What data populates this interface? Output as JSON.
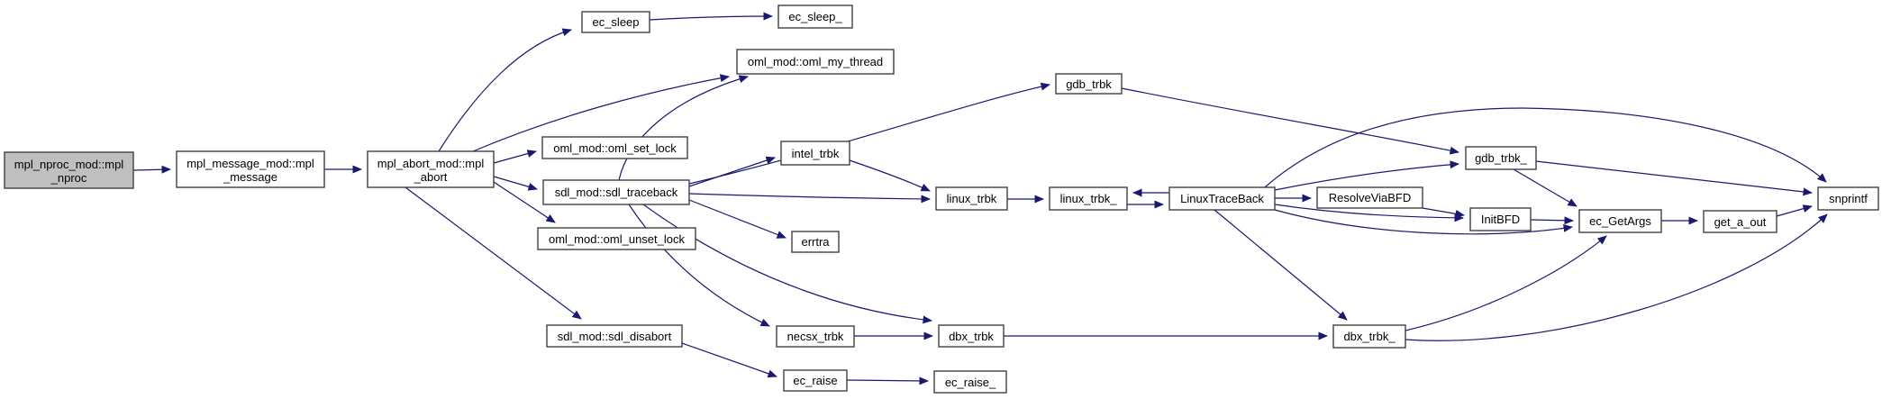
{
  "diagram": {
    "type": "call-graph",
    "root_function": "mpl_nproc_mod::mpl_nproc",
    "colors": {
      "background": "#ffffff",
      "edge": "#191970",
      "node_fill": "#ffffff",
      "node_border": "#404040",
      "root_node_fill": "#bfbfbf"
    }
  },
  "nodes": {
    "mpl_nproc": {
      "label": "mpl_nproc_mod::mpl",
      "label2": "_nproc",
      "highlighted": true
    },
    "mpl_message": {
      "label": "mpl_message_mod::mpl",
      "label2": "_message"
    },
    "mpl_abort": {
      "label": "mpl_abort_mod::mpl",
      "label2": "_abort"
    },
    "ec_sleep": {
      "label": "ec_sleep"
    },
    "ec_sleep_": {
      "label": "ec_sleep_"
    },
    "oml_my_thread": {
      "label": "oml_mod::oml_my_thread"
    },
    "oml_set_lock": {
      "label": "oml_mod::oml_set_lock"
    },
    "sdl_traceback": {
      "label": "sdl_mod::sdl_traceback"
    },
    "oml_unset_lock": {
      "label": "oml_mod::oml_unset_lock"
    },
    "sdl_disabort": {
      "label": "sdl_mod::sdl_disabort"
    },
    "ec_raise": {
      "label": "ec_raise"
    },
    "ec_raise_": {
      "label": "ec_raise_"
    },
    "intel_trbk": {
      "label": "intel_trbk"
    },
    "errtra": {
      "label": "errtra"
    },
    "necsx_trbk": {
      "label": "necsx_trbk"
    },
    "dbx_trbk": {
      "label": "dbx_trbk"
    },
    "gdb_trbk": {
      "label": "gdb_trbk"
    },
    "linux_trbk": {
      "label": "linux_trbk"
    },
    "linux_trbk_": {
      "label": "linux_trbk_"
    },
    "LinuxTraceBack": {
      "label": "LinuxTraceBack"
    },
    "ResolveViaBFD": {
      "label": "ResolveViaBFD"
    },
    "gdb_trbk_": {
      "label": "gdb_trbk_"
    },
    "InitBFD": {
      "label": "InitBFD"
    },
    "ec_GetArgs": {
      "label": "ec_GetArgs"
    },
    "get_a_out": {
      "label": "get_a_out"
    },
    "snprintf": {
      "label": "snprintf"
    },
    "dbx_trbk_": {
      "label": "dbx_trbk_"
    }
  },
  "edges": [
    {
      "from": "mpl_nproc",
      "to": "mpl_message"
    },
    {
      "from": "mpl_message",
      "to": "mpl_abort"
    },
    {
      "from": "mpl_abort",
      "to": "ec_sleep"
    },
    {
      "from": "mpl_abort",
      "to": "oml_my_thread"
    },
    {
      "from": "mpl_abort",
      "to": "oml_set_lock"
    },
    {
      "from": "mpl_abort",
      "to": "sdl_traceback"
    },
    {
      "from": "mpl_abort",
      "to": "oml_unset_lock"
    },
    {
      "from": "mpl_abort",
      "to": "sdl_disabort"
    },
    {
      "from": "ec_sleep",
      "to": "ec_sleep_"
    },
    {
      "from": "sdl_traceback",
      "to": "oml_my_thread"
    },
    {
      "from": "sdl_traceback",
      "to": "gdb_trbk"
    },
    {
      "from": "sdl_traceback",
      "to": "intel_trbk"
    },
    {
      "from": "sdl_traceback",
      "to": "linux_trbk"
    },
    {
      "from": "sdl_traceback",
      "to": "errtra"
    },
    {
      "from": "sdl_traceback",
      "to": "necsx_trbk"
    },
    {
      "from": "sdl_traceback",
      "to": "dbx_trbk"
    },
    {
      "from": "sdl_disabort",
      "to": "ec_raise"
    },
    {
      "from": "ec_raise",
      "to": "ec_raise_"
    },
    {
      "from": "intel_trbk",
      "to": "linux_trbk"
    },
    {
      "from": "necsx_trbk",
      "to": "dbx_trbk"
    },
    {
      "from": "dbx_trbk",
      "to": "dbx_trbk_"
    },
    {
      "from": "gdb_trbk",
      "to": "gdb_trbk_"
    },
    {
      "from": "linux_trbk",
      "to": "linux_trbk_"
    },
    {
      "from": "linux_trbk_",
      "to": "LinuxTraceBack"
    },
    {
      "from": "LinuxTraceBack",
      "to": "linux_trbk_"
    },
    {
      "from": "LinuxTraceBack",
      "to": "ResolveViaBFD"
    },
    {
      "from": "LinuxTraceBack",
      "to": "gdb_trbk_"
    },
    {
      "from": "LinuxTraceBack",
      "to": "InitBFD"
    },
    {
      "from": "LinuxTraceBack",
      "to": "ec_GetArgs"
    },
    {
      "from": "LinuxTraceBack",
      "to": "snprintf"
    },
    {
      "from": "LinuxTraceBack",
      "to": "dbx_trbk_"
    },
    {
      "from": "ResolveViaBFD",
      "to": "InitBFD"
    },
    {
      "from": "InitBFD",
      "to": "ec_GetArgs"
    },
    {
      "from": "gdb_trbk_",
      "to": "ec_GetArgs"
    },
    {
      "from": "gdb_trbk_",
      "to": "snprintf"
    },
    {
      "from": "ec_GetArgs",
      "to": "get_a_out"
    },
    {
      "from": "get_a_out",
      "to": "snprintf"
    },
    {
      "from": "dbx_trbk_",
      "to": "ec_GetArgs"
    },
    {
      "from": "dbx_trbk_",
      "to": "snprintf"
    }
  ]
}
